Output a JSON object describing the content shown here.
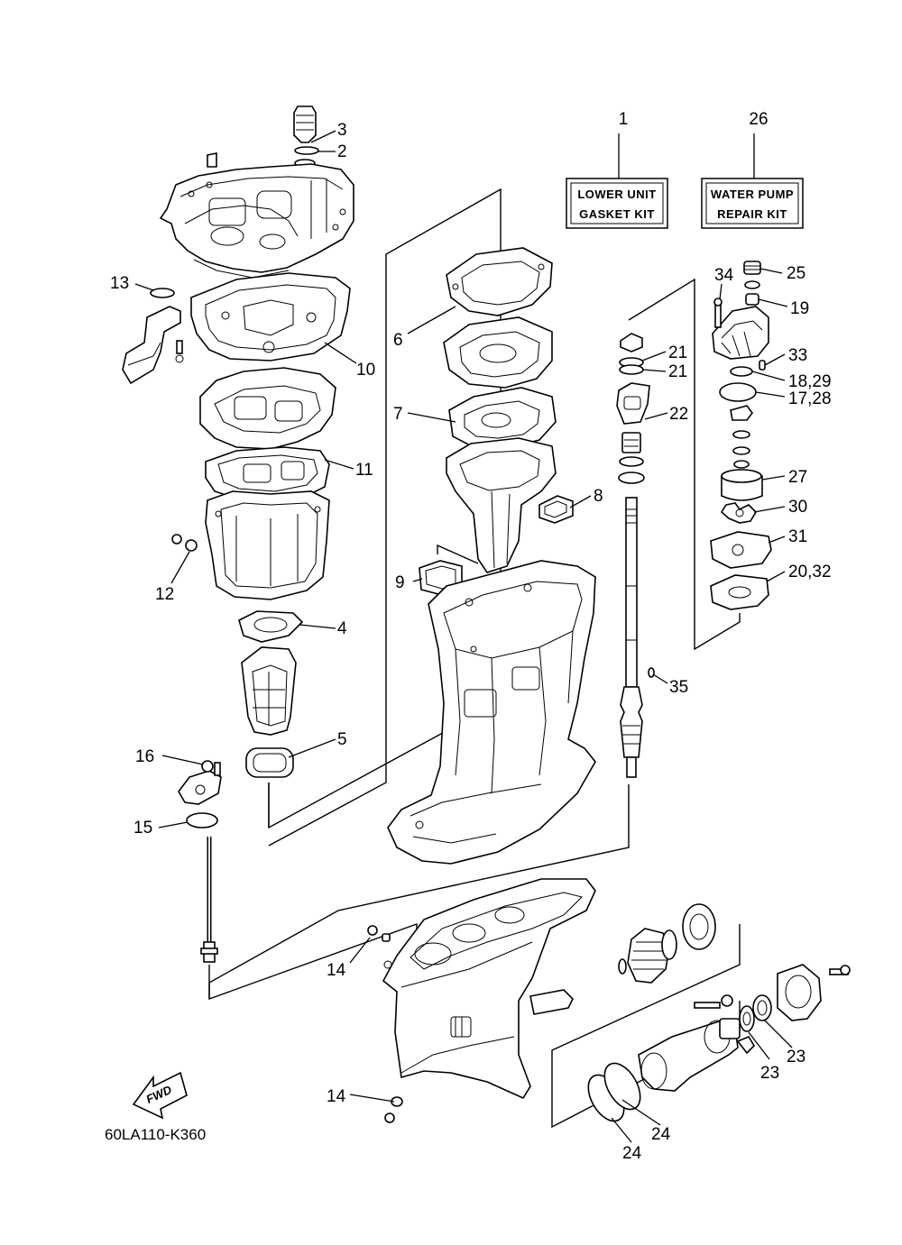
{
  "kits": [
    {
      "ref": "1",
      "line1": "LOWER UNIT",
      "line2": "GASKET KIT"
    },
    {
      "ref": "26",
      "line1": "WATER PUMP",
      "line2": "REPAIR KIT"
    }
  ],
  "part_labels": {
    "p2": "2",
    "p3": "3",
    "p4": "4",
    "p5": "5",
    "p6": "6",
    "p7": "7",
    "p8": "8",
    "p9": "9",
    "p10": "10",
    "p11": "11",
    "p12": "12",
    "p13": "13",
    "p14a": "14",
    "p14b": "14",
    "p15": "15",
    "p16": "16",
    "p17_28": "17,28",
    "p18_29": "18,29",
    "p19": "19",
    "p20_32": "20,32",
    "p21a": "21",
    "p21b": "21",
    "p22": "22",
    "p23a": "23",
    "p23b": "23",
    "p24a": "24",
    "p24b": "24",
    "p25": "25",
    "p27": "27",
    "p30": "30",
    "p31": "31",
    "p33": "33",
    "p34": "34",
    "p35": "35"
  },
  "fwd_label": "FWD",
  "diagram_code": "60LA110-K360"
}
